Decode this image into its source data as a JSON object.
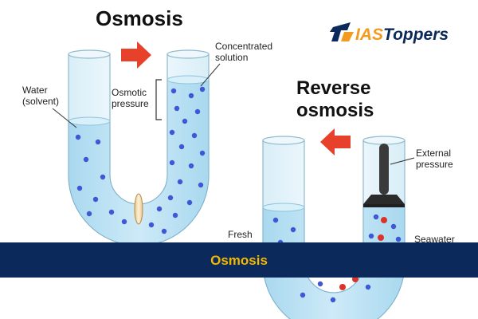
{
  "osmosis": {
    "title": "Osmosis",
    "labels": {
      "water": [
        "Water",
        "(solvent)"
      ],
      "osmotic_pressure": [
        "Osmotic",
        "pressure"
      ],
      "concentrated": [
        "Concentrated",
        "solution"
      ]
    }
  },
  "reverse": {
    "title": [
      "Reverse",
      "osmosis"
    ],
    "labels": {
      "external_pressure": [
        "External",
        "pressure"
      ],
      "fresh": "Fresh",
      "seawater": "Seawater"
    }
  },
  "brand": {
    "name": "IASToppers"
  },
  "banner": {
    "text": "Osmosis"
  },
  "colors": {
    "arrow": "#e8412b",
    "navy": "#0b2a5b",
    "gold": "#f5b800",
    "water": "#bfe3f3",
    "particle": "#3f57d6",
    "salt": "#d9342b",
    "brand_orange": "#f29c1f"
  }
}
